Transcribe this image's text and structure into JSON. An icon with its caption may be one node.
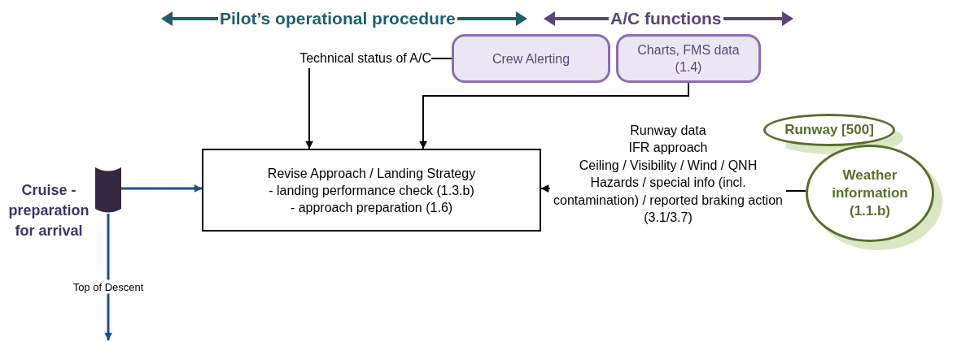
{
  "diagram": {
    "nodes": [
      {
        "text": [],
        "shape": "cylinder",
        "beside": [
          "Cruise - preparation for arrival"
        ]
      },
      {
        "text": [
          "Revise Approach / Landing Strategy",
          "- landing performance check (1.3.b)",
          "- approach preparation (1.6)"
        ]
      },
      {
        "text": [
          "Technical status of A/C"
        ]
      },
      {
        "text": [
          "Crew Alerting"
        ]
      },
      {
        "text": [
          "Charts, FMS data (1.4)"
        ]
      },
      {
        "text": [
          "Runway data",
          "IFR approach",
          "Ceiling / Visibility / Wind / QNH",
          "Hazards / special info (incl. contamination) / reported braking action (3.1/3.7)"
        ]
      },
      {
        "text": [
          "Runway [500]"
        ]
      },
      {
        "text": [
          "Weather information (1.1.b)"
        ]
      }
    ],
    "edges": [
      {
        "from": 0,
        "to": 1,
        "arrow": "to",
        "color": "#1f4e8c"
      },
      {
        "from": 0,
        "to": null,
        "arrow": "to",
        "label": "Top of Descent",
        "color": "#1f4e8c"
      },
      {
        "from": 2,
        "to": 3,
        "arrow": "none"
      },
      {
        "from": 2,
        "to": 1,
        "arrow": "to"
      },
      {
        "from": 4,
        "to": 1,
        "arrow": "to"
      },
      {
        "from": 7,
        "to": 5,
        "arrow": "none"
      },
      {
        "from": 5,
        "to": 1,
        "arrow": "to"
      }
    ],
    "labels": [
      "Pilot’s operational procedure",
      "A/C functions"
    ]
  }
}
